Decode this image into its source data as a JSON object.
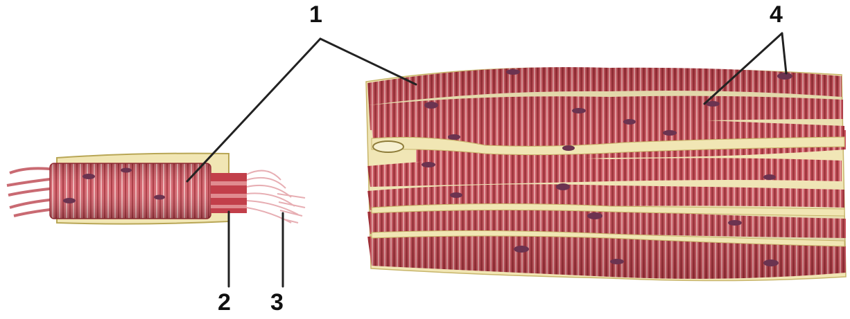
{
  "labels": {
    "l1": "1",
    "l2": "2",
    "l3": "3",
    "l4": "4"
  },
  "colors": {
    "fiber": "#c9545e",
    "fiber_dark": "#9e3038",
    "fiber_light": "#e8a3a4",
    "nucleus": "#6b3350",
    "connective": "#f1e6b4",
    "outline": "#b8a655",
    "leader": "#222222"
  }
}
